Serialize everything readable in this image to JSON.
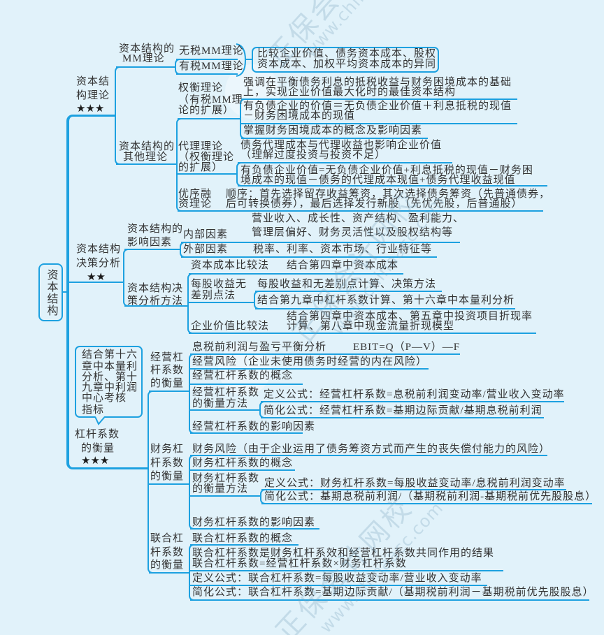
{
  "colors": {
    "background": "#e1f2fa",
    "line": "#1da1e0",
    "text": "#333333"
  },
  "root": {
    "label": "资本结构"
  },
  "watermark": {
    "brand": "正保会计网校",
    "url": "www.chinaacc.com"
  },
  "branches": [
    {
      "label": [
        "资本结",
        "构理论"
      ],
      "stars": "★★★",
      "children": [
        {
          "label": [
            "资本结构的",
            "MM理论"
          ],
          "children": [
            {
              "label": "无税MM理论"
            },
            {
              "label": "有税MM理论"
            }
          ],
          "note": [
            "比较企业价值、债务资本成本、股权",
            "资本成本、加权平均资本成本的异同"
          ]
        },
        {
          "label": [
            "资本结构的",
            "其他理论"
          ],
          "children": [
            {
              "label": [
                "权衡理论",
                "（有税MM理",
                "论的扩展）"
              ],
              "points": [
                [
                  "强调在平衡债务利息的抵税收益与财务困境成本的基础",
                  "上，实现企业价值最大化时的最佳资本结构"
                ],
                [
                  "有负债企业的价值＝无负债企业价值＋利息抵税的现值",
                  "－财务困境成本的现值"
                ],
                [
                  "掌握财务困境成本的概念及影响因素"
                ]
              ]
            },
            {
              "label": [
                "代理理论",
                "（权衡理论",
                "的扩展）"
              ],
              "points": [
                [
                  "债务代理成本与代理收益也影响企业价值",
                  "（理解过度投资与投资不足）"
                ],
                [
                  "有负债企业价值=无负债企业价值+利息抵税的现值－财务困",
                  "境成本的现值－债务的代理成本现值+债务代理收益现值"
                ]
              ]
            },
            {
              "label": [
                "优序融",
                "资理论"
              ],
              "points": [
                [
                  "顺序：首先选择留存收益筹资，其次选择债务筹资（先普通债券，",
                  "后可转换债券），最后选择发行新股（先优先股，后普通股）"
                ]
              ]
            }
          ]
        }
      ]
    },
    {
      "label": [
        "资本结构",
        "决策分析"
      ],
      "stars": "★★",
      "children": [
        {
          "label": [
            "资本结构的",
            "影响因素"
          ],
          "children": [
            {
              "label": "内部因素",
              "detail": [
                "营业收入、成长性、资产结构、盈利能力、",
                "管理层偏好、财务灵活性以及股权结构等"
              ]
            },
            {
              "label": "外部因素",
              "detail": [
                "税率、利率、资本市场、行业特征等"
              ]
            }
          ]
        },
        {
          "label": [
            "资本结构决",
            "策分析方法"
          ],
          "children": [
            {
              "label": [
                "资本成本比较法"
              ],
              "detail": [
                "结合第四章中资本成本"
              ]
            },
            {
              "label": [
                "每股收益无",
                "差别点法"
              ],
              "points": [
                [
                  "每股收益和无差别点计算、决策方法"
                ],
                [
                  "结合第九章中杠杆系数计算、第十六章中本量利分析"
                ]
              ]
            },
            {
              "label": [
                "企业价值比较法"
              ],
              "detail": [
                "结合第四章中资本成本、第五章中投资项目折现率",
                "计算、第八章中现金流量折现模型"
              ]
            }
          ]
        }
      ]
    },
    {
      "label": [
        "杠杆系数",
        "的衡量"
      ],
      "stars": "★★★",
      "callout": [
        "结合第十六",
        "章中本量利",
        "分析、第十",
        "九章中利润",
        "中心考核",
        "指标"
      ],
      "children": [
        {
          "label": [
            "经营杠",
            "杆系数",
            "的衡量"
          ],
          "children": [
            {
              "label": [
                "息税前利润与盈亏平衡分析"
              ],
              "detail": [
                "EBIT=Q（P—V）—F"
              ]
            },
            {
              "label": [
                "经营风险（企业未使用债务时经营的内在风险）"
              ]
            },
            {
              "label": [
                "经营杠杆系数的概念"
              ]
            },
            {
              "label": [
                "经营杠杆系数",
                "的衡量方法"
              ],
              "points": [
                [
                  "定义公式：经营杠杆系数=息税前利润变动率/营业收入变动率"
                ],
                [
                  "简化公式：经营杠杆系数=基期边际贡献/基期息税前利润"
                ]
              ]
            },
            {
              "label": [
                "经营杠杆系数的影响因素"
              ]
            }
          ]
        },
        {
          "label": [
            "财务杠",
            "杆系数",
            "的衡量"
          ],
          "children": [
            {
              "label": [
                "财务风险（由于企业运用了债务筹资方式而产生的丧失偿付能力的风险）"
              ]
            },
            {
              "label": [
                "财务杠杆系数的概念"
              ]
            },
            {
              "label": [
                "财务杠杆系数",
                "的衡量方法"
              ],
              "points": [
                [
                  "定义公式：财务杠杆系数=每股收益变动率/息税前利润变动率"
                ],
                [
                  "简化公式：基期息税前利润/（基期税前利润-基期税前优先股股息）"
                ]
              ]
            },
            {
              "label": [
                "财务杠杆系数的影响因素"
              ]
            }
          ]
        },
        {
          "label": [
            "联合杠",
            "杆系数",
            "的衡量"
          ],
          "children": [
            {
              "label": [
                "联合杠杆系数的概念"
              ]
            },
            {
              "label": [
                "联合杠杆系数是财务杠杆系效和经营杠杆系数共同作用的结果",
                "联合杠杆系数=经营杠杆系数×财务杠杆系数"
              ]
            },
            {
              "label": [
                "定义公式：联合杠杆系数=每股收益变动率/营业收入变动率"
              ]
            },
            {
              "label": [
                "简化公式：联合杠杆系数=基期边际贡献/（基期税前利润－基期税前优先股股息）"
              ]
            }
          ]
        }
      ]
    }
  ]
}
